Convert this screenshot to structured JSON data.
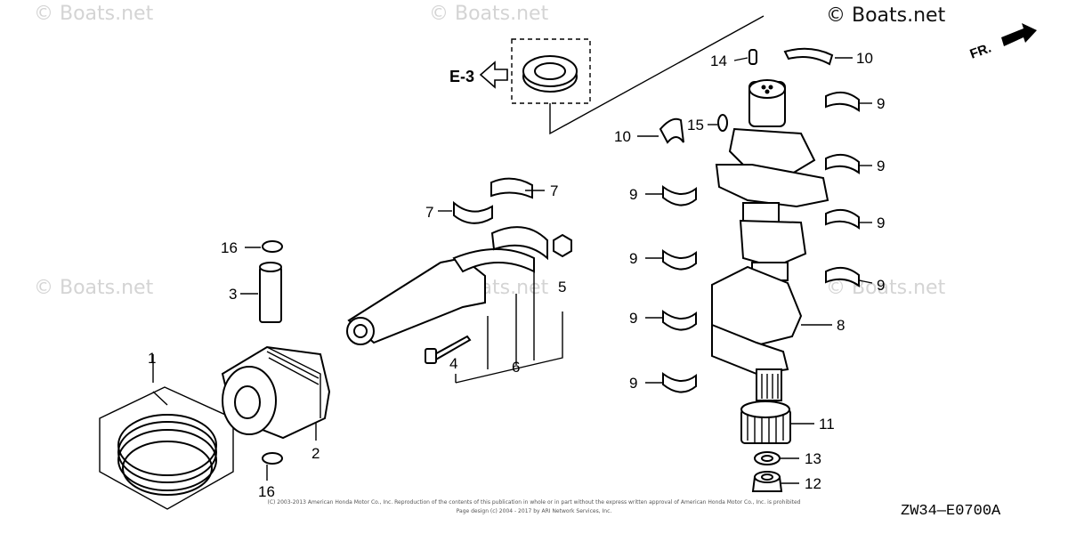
{
  "watermarks": {
    "top_left": "© Boats.net",
    "top_center": "© Boats.net",
    "top_right": "© Boats.net",
    "mid_left": "© Boats.net",
    "mid_center": "© Boats.net",
    "mid_right": "© Boats.net"
  },
  "front_indicator": "FR.",
  "reference_label": "E-3",
  "part_labels": {
    "p1": "1",
    "p2": "2",
    "p3": "3",
    "p4": "4",
    "p5": "5",
    "p6": "6",
    "p7a": "7",
    "p7b": "7",
    "p8": "8",
    "p9a": "9",
    "p9b": "9",
    "p9c": "9",
    "p9d": "9",
    "p9e": "9",
    "p9f": "9",
    "p9g": "9",
    "p9h": "9",
    "p10a": "10",
    "p10b": "10",
    "p11": "11",
    "p12": "12",
    "p13": "13",
    "p14": "14",
    "p15": "15",
    "p16a": "16",
    "p16b": "16"
  },
  "copyright_line1": "(C) 2003-2013 American Honda Motor Co., Inc. Reproduction of the contents of this publication in whole or in part without the express written approval of American Honda Motor Co., Inc. is prohibited",
  "copyright_line2": "Page design (c) 2004 - 2017 by ARI Network Services, Inc.",
  "diagram_code": "ZW34—E0700A"
}
